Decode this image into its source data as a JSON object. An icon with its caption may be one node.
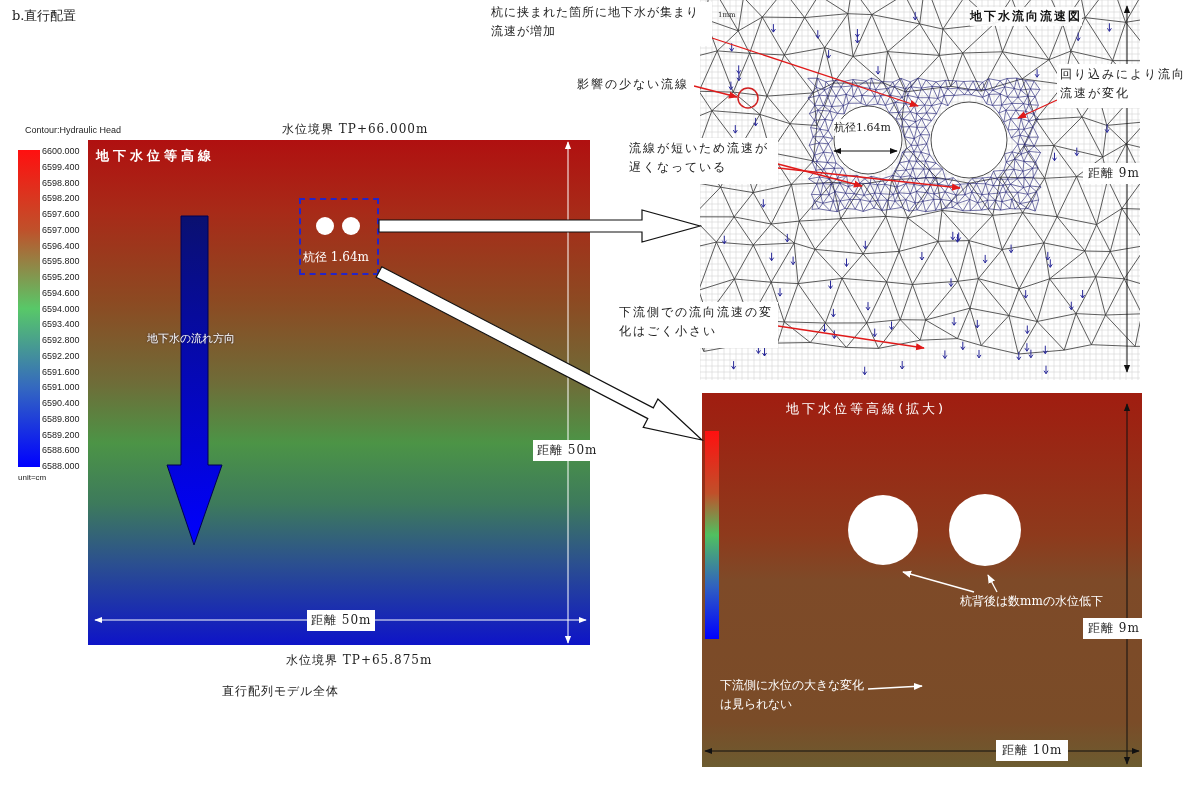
{
  "diagram": {
    "title": "b.直行配置",
    "nodes": [
      {
        "text": [
          "地下水位等高線"
        ],
        "beside": [
          "直行配列モデル全体"
        ]
      },
      {
        "text": [
          "杭径 1.64m"
        ],
        "in": 0
      },
      {
        "text": [
          "地下水流向流速図"
        ]
      },
      {
        "text": [
          "地下水位等高線(拡大)"
        ]
      },
      {
        "text": [
          "杭に挟まれた箇所に地下水が集まり流速が増加"
        ]
      },
      {
        "text": [
          "影響の少ない流線"
        ]
      },
      {
        "text": [],
        "shape": "circle",
        "in": 2
      },
      {
        "text": [
          "回り込みにより流向流速が変化"
        ]
      },
      {
        "text": [
          "流線が短いため流速が遅くなっている"
        ]
      },
      {
        "text": [
          "下流側での流向流速の変化はごく小さい"
        ]
      },
      {
        "text": [
          "杭背後は数mmの水位低下"
        ],
        "in": 3
      },
      {
        "text": [
          "下流側に水位の大きな変化は見られない"
        ],
        "in": 3
      }
    ],
    "edges": [
      {
        "from": 1,
        "to": 2,
        "arrow": "to",
        "style": "thick"
      },
      {
        "from": 1,
        "to": 3,
        "arrow": "to",
        "style": "thick"
      },
      {
        "from": 4,
        "to": null,
        "arrow": "to"
      },
      {
        "from": 5,
        "to": 6,
        "arrow": "to"
      },
      {
        "from": 7,
        "to": null,
        "arrow": "to"
      },
      {
        "from": 8,
        "to": null,
        "arrow": "to"
      },
      {
        "from": 8,
        "to": null,
        "arrow": "to"
      },
      {
        "from": 9,
        "to": null,
        "arrow": "to"
      },
      {
        "from": 10,
        "to": null,
        "arrow": "to",
        "color": "#ffffff"
      },
      {
        "from": 10,
        "to": null,
        "arrow": "to",
        "color": "#ffffff"
      },
      {
        "from": 11,
        "to": null,
        "arrow": "to",
        "color": "#ffffff"
      }
    ],
    "labels": [
      "Contour:Hydraulic Head",
      "6600.000",
      "6599.400",
      "6598.800",
      "6598.200",
      "6597.600",
      "6597.000",
      "6596.400",
      "6595.800",
      "6595.200",
      "6594.600",
      "6594.000",
      "6593.400",
      "6592.800",
      "6592.200",
      "6591.600",
      "6591.000",
      "6590.400",
      "6589.800",
      "6589.200",
      "6588.600",
      "6588.000",
      "unit=cm",
      "水位境界 TP+66.000m",
      "地下水の流れ方向",
      "距離 50m",
      "距離 50m",
      "水位境界 TP+65.875m",
      "1mm",
      "杭径1.64m",
      "距離 9m",
      "距離 9m",
      "距離 10m"
    ]
  }
}
